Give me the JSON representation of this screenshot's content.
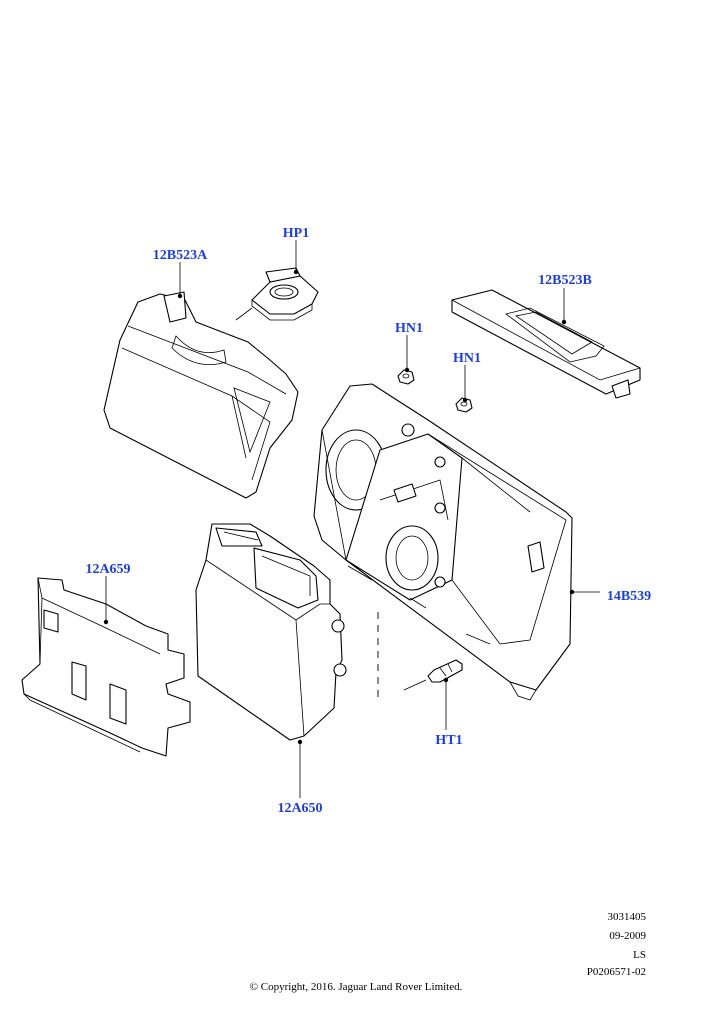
{
  "callouts": {
    "hp1": "HP1",
    "p12b523a": "12B523A",
    "p12b523b": "12B523B",
    "hn1_left": "HN1",
    "hn1_right": "HN1",
    "p12a659": "12A659",
    "p14b539": "14B539",
    "ht1": "HT1",
    "p12a650": "12A650"
  },
  "meta": {
    "line1": "3031405",
    "line2": "09-2009",
    "line3": "LS",
    "line4": "P0206571-02"
  },
  "copyright": "© Copyright, 2016. Jaguar Land Rover Limited.",
  "colors": {
    "callout": "#1f3fd1",
    "line": "#000000",
    "background": "#ffffff"
  }
}
